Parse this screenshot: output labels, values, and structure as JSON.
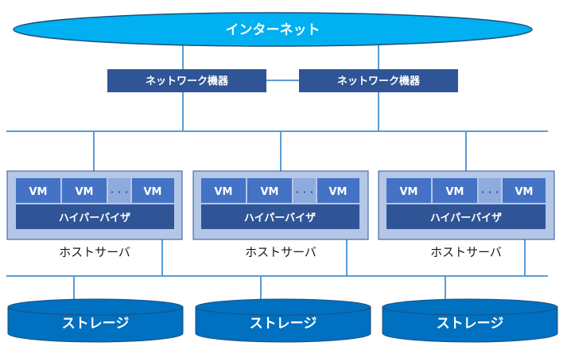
{
  "internet": {
    "label": "インターネット"
  },
  "network_devices": [
    {
      "label": "ネットワーク機器"
    },
    {
      "label": "ネットワーク機器"
    }
  ],
  "hosts": [
    {
      "vms": [
        "VM",
        "VM",
        "VM"
      ],
      "dots": "・・・",
      "hypervisor": "ハイパーバイザ",
      "label": "ホストサーバ"
    },
    {
      "vms": [
        "VM",
        "VM",
        "VM"
      ],
      "dots": "・・・",
      "hypervisor": "ハイパーバイザ",
      "label": "ホストサーバ"
    },
    {
      "vms": [
        "VM",
        "VM",
        "VM"
      ],
      "dots": "・・・",
      "hypervisor": "ハイパーバイザ",
      "label": "ホストサーバ"
    }
  ],
  "storages": [
    {
      "label": "ストレージ"
    },
    {
      "label": "ストレージ"
    },
    {
      "label": "ストレージ"
    }
  ],
  "colors": {
    "internet_fill": "#00b0f0",
    "internet_stroke": "#1f4e79",
    "device_fill": "#2f5597",
    "line": "#5b9bd5",
    "host_fill": "#b4c7e7",
    "host_stroke": "#2f5597",
    "vm_fill": "#4472c4",
    "dots_fill": "#8faadc",
    "hypervisor_fill": "#2f5597",
    "storage_fill": "#0070c0",
    "storage_stroke": "#1f4e79"
  }
}
